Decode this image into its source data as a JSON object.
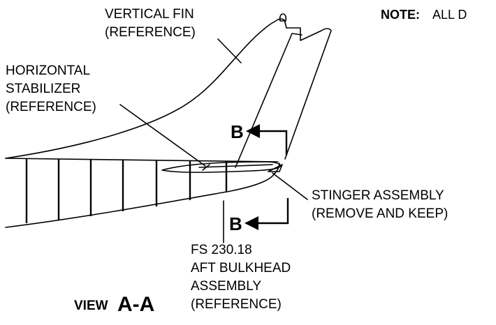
{
  "note": {
    "label": "NOTE:",
    "text": "ALL D"
  },
  "labels": {
    "vertical_fin": [
      "VERTICAL FIN",
      "(REFERENCE)"
    ],
    "horizontal_stabilizer": [
      "HORIZONTAL",
      "STABILIZER",
      "(REFERENCE)"
    ],
    "stinger_assembly": [
      "STINGER ASSEMBLY",
      "(REMOVE AND KEEP)"
    ],
    "bulkhead": [
      "FS 230.18",
      "AFT BULKHEAD",
      "ASSEMBLY",
      "(REFERENCE)"
    ]
  },
  "section_marks": {
    "top": "B",
    "bottom": "B"
  },
  "view": {
    "prefix": "VIEW",
    "name": "A-A"
  }
}
